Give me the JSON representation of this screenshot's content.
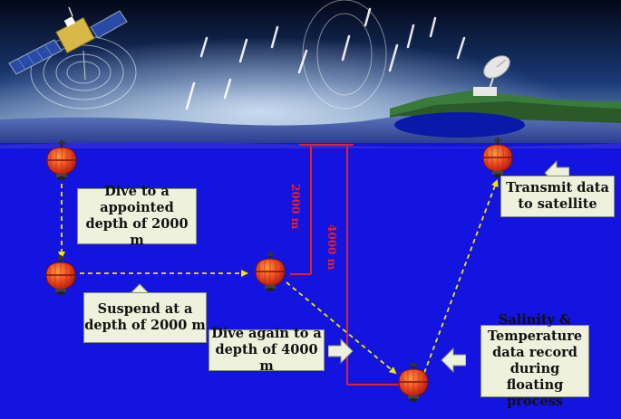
{
  "callouts": {
    "dive_to_depth": "Dive to a appointed depth of 2000 m",
    "suspend": "Suspend at a depth of 2000 m",
    "dive_again": "Dive again to a depth of 4000 m",
    "record_data": "Salinity & Temperature data record during floating process",
    "transmit": "Transmit data to satellite"
  },
  "depth_markers": {
    "shallow": "2000 m",
    "deep": "4000 m"
  },
  "colors": {
    "ocean": "#1414e0",
    "sky_top": "#050a1e",
    "callout_bg": "#eef2dc",
    "path_arrow": "#f2e600",
    "depth_line": "#e4202a"
  }
}
